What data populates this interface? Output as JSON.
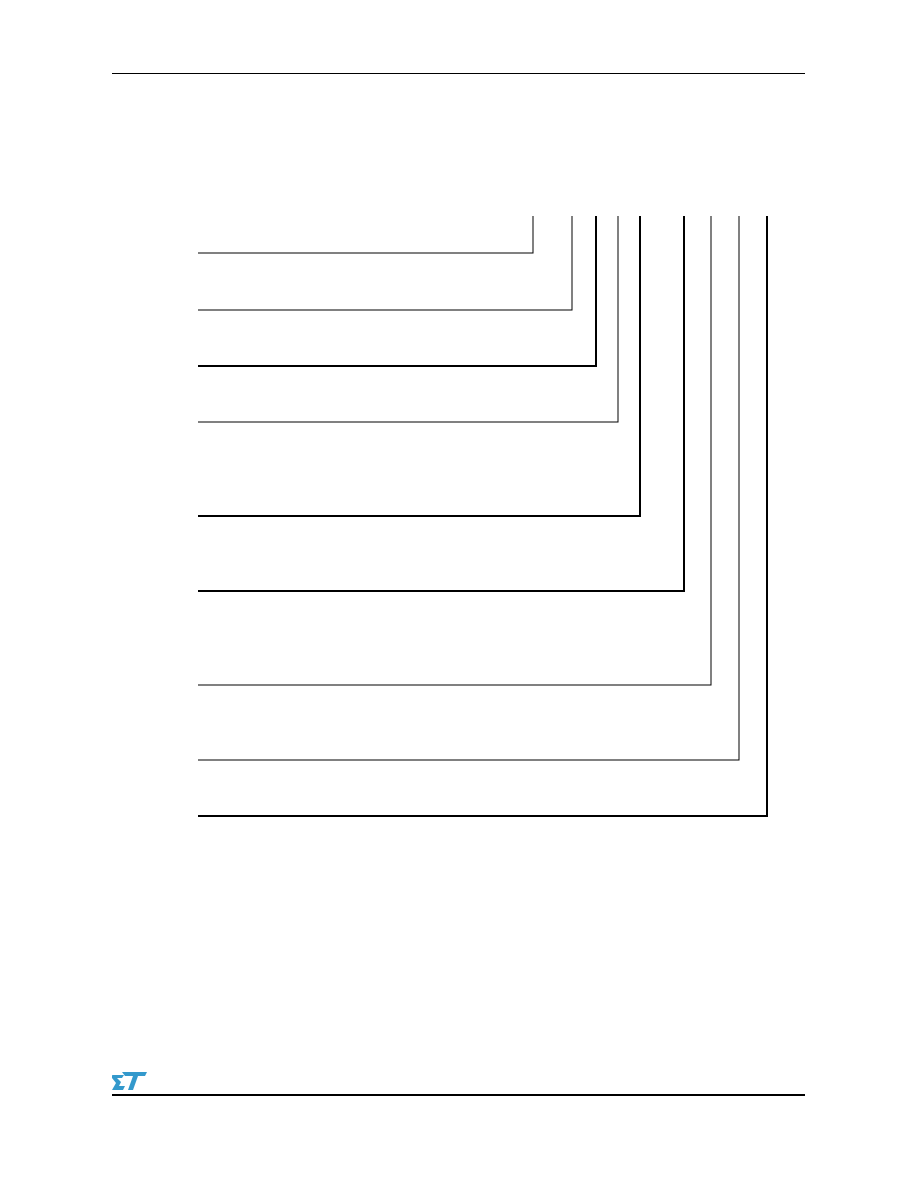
{
  "header": {
    "rule": true
  },
  "diagram": {
    "type": "ordering-code-bracket-diagram",
    "field_count": 9,
    "labels": []
  },
  "footer": {
    "logo": "st-logo",
    "brand_color": "#3399cc"
  }
}
